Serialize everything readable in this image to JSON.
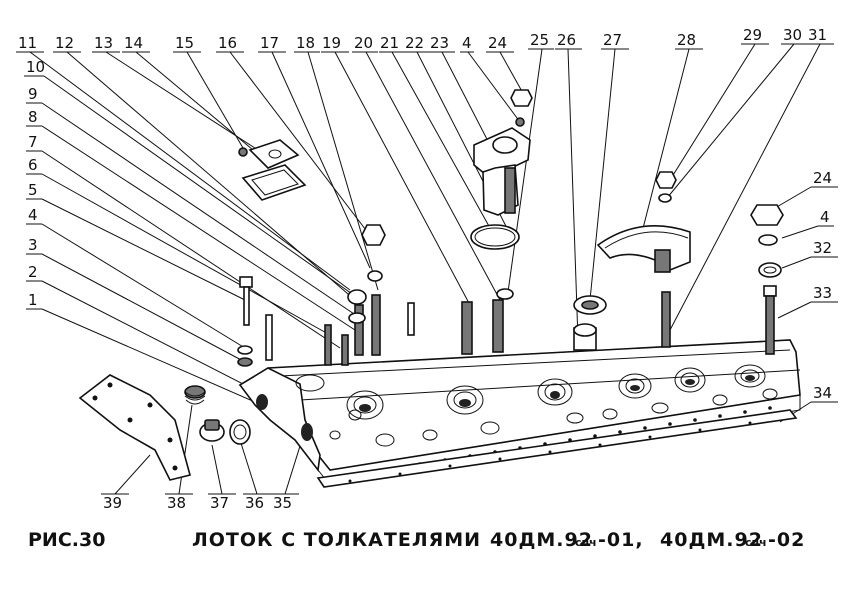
{
  "figure": {
    "label": "РИС.30",
    "title": "ЛОТОК С ТОЛКАТЕЛЯМИ",
    "model_a_main": "40ДМ.92",
    "model_a_sub": "спч",
    "model_a_tail": "-01,",
    "model_b_main": "40ДМ.92",
    "model_b_sub": "спч",
    "model_b_tail": "-02"
  },
  "callouts": {
    "c11": "11",
    "c12": "12",
    "c13": "13",
    "c14": "14",
    "c15": "15",
    "c16": "16",
    "c17": "17",
    "c18": "18",
    "c19": "19",
    "c20": "20",
    "c21": "21",
    "c22": "22",
    "c23": "23",
    "c4a": "4",
    "c24a": "24",
    "c25": "25",
    "c26": "26",
    "c27": "27",
    "c28": "28",
    "c29": "29",
    "c30": "30",
    "c31": "31",
    "c10": "10",
    "c9": "9",
    "c8": "8",
    "c7": "7",
    "c6": "6",
    "c5": "5",
    "c4b": "4",
    "c3": "3",
    "c2": "2",
    "c1": "1",
    "c24b": "24",
    "c4c": "4",
    "c32": "32",
    "c33": "33",
    "c34": "34",
    "c39": "39",
    "c38": "38",
    "c37": "37",
    "c36": "36",
    "c35": "35"
  }
}
